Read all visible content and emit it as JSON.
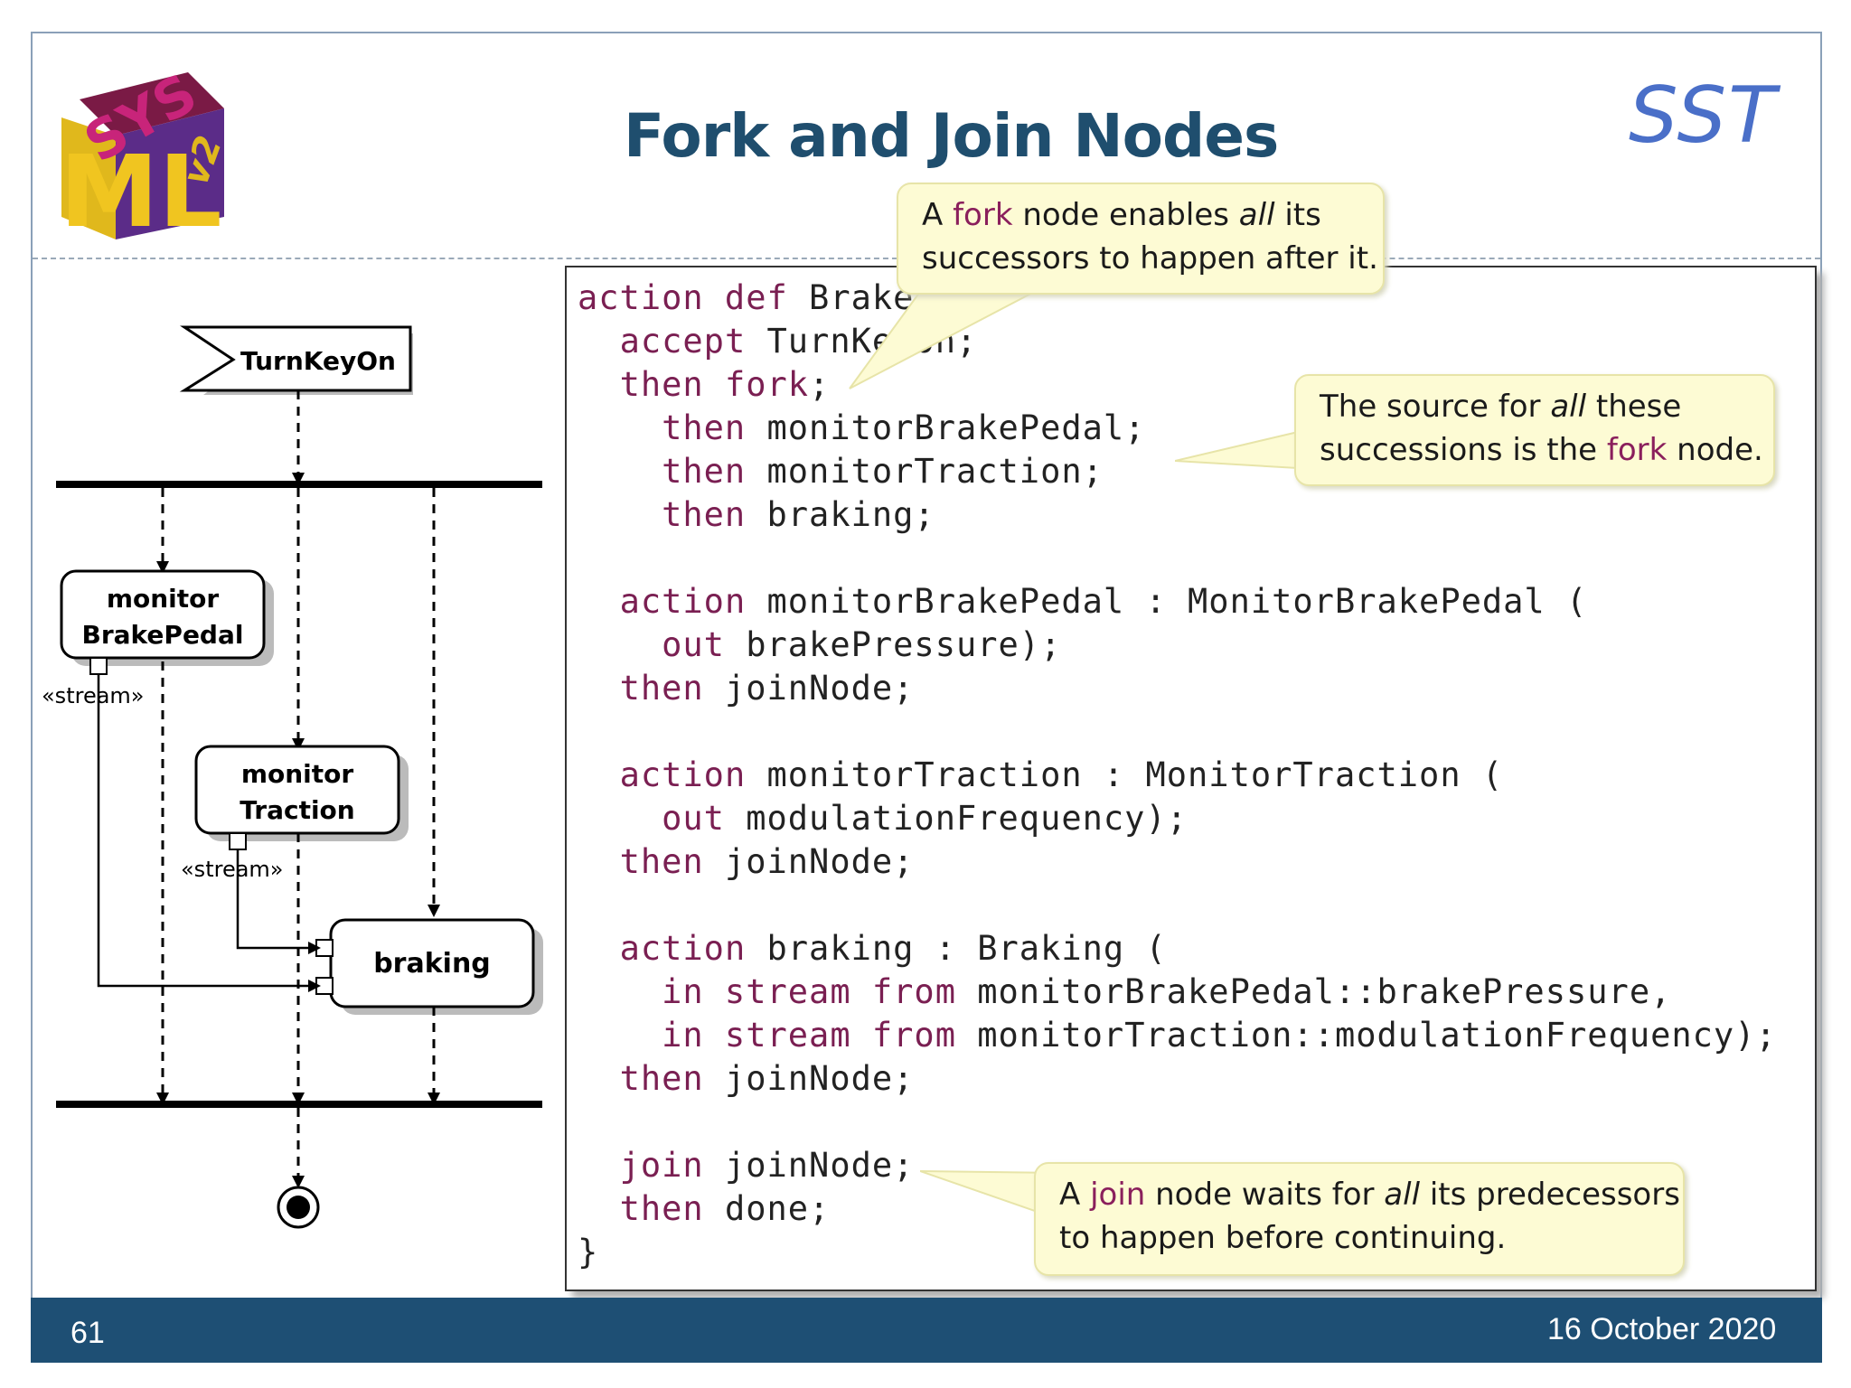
{
  "slide": {
    "title": "Fork and Join Nodes",
    "brand": "SST",
    "page_number": "61",
    "date": "16 October 2020"
  },
  "logo": {
    "text_sys": "SYS",
    "text_ml": "ML",
    "text_v2": "v2"
  },
  "diagram": {
    "accept_signal": "TurnKeyOn",
    "action1_line1": "monitor",
    "action1_line2": "BrakePedal",
    "action2_line1": "monitor",
    "action2_line2": "Traction",
    "action3": "braking",
    "stream_label_1": "«stream»",
    "stream_label_2": "«stream»"
  },
  "code": {
    "lines": [
      [
        [
          "kw",
          "action def"
        ],
        [
          "t",
          " Brake {"
        ]
      ],
      [
        [
          "t",
          "  "
        ],
        [
          "kw",
          "accept"
        ],
        [
          "t",
          " TurnKeyOn;"
        ]
      ],
      [
        [
          "t",
          "  "
        ],
        [
          "kw",
          "then fork"
        ],
        [
          "t",
          ";"
        ]
      ],
      [
        [
          "t",
          "    "
        ],
        [
          "kw",
          "then"
        ],
        [
          "t",
          " monitorBrakePedal;"
        ]
      ],
      [
        [
          "t",
          "    "
        ],
        [
          "kw",
          "then"
        ],
        [
          "t",
          " monitorTraction;"
        ]
      ],
      [
        [
          "t",
          "    "
        ],
        [
          "kw",
          "then"
        ],
        [
          "t",
          " braking;"
        ]
      ],
      [
        [
          "t",
          ""
        ]
      ],
      [
        [
          "t",
          "  "
        ],
        [
          "kw",
          "action"
        ],
        [
          "t",
          " monitorBrakePedal : MonitorBrakePedal ("
        ]
      ],
      [
        [
          "t",
          "    "
        ],
        [
          "kw",
          "out"
        ],
        [
          "t",
          " brakePressure);"
        ]
      ],
      [
        [
          "t",
          "  "
        ],
        [
          "kw",
          "then"
        ],
        [
          "t",
          " joinNode;"
        ]
      ],
      [
        [
          "t",
          ""
        ]
      ],
      [
        [
          "t",
          "  "
        ],
        [
          "kw",
          "action"
        ],
        [
          "t",
          " monitorTraction : MonitorTraction ("
        ]
      ],
      [
        [
          "t",
          "    "
        ],
        [
          "kw",
          "out"
        ],
        [
          "t",
          " modulationFrequency);"
        ]
      ],
      [
        [
          "t",
          "  "
        ],
        [
          "kw",
          "then"
        ],
        [
          "t",
          " joinNode;"
        ]
      ],
      [
        [
          "t",
          ""
        ]
      ],
      [
        [
          "t",
          "  "
        ],
        [
          "kw",
          "action"
        ],
        [
          "t",
          " braking : Braking ("
        ]
      ],
      [
        [
          "t",
          "    "
        ],
        [
          "kw",
          "in stream from"
        ],
        [
          "t",
          " monitorBrakePedal::brakePressure,"
        ]
      ],
      [
        [
          "t",
          "    "
        ],
        [
          "kw",
          "in stream from"
        ],
        [
          "t",
          " monitorTraction::modulationFrequency);"
        ]
      ],
      [
        [
          "t",
          "  "
        ],
        [
          "kw",
          "then"
        ],
        [
          "t",
          " joinNode;"
        ]
      ],
      [
        [
          "t",
          ""
        ]
      ],
      [
        [
          "t",
          "  "
        ],
        [
          "kw",
          "join"
        ],
        [
          "t",
          " joinNode;"
        ]
      ],
      [
        [
          "t",
          "  "
        ],
        [
          "kw",
          "then"
        ],
        [
          "t",
          " done;"
        ]
      ],
      [
        [
          "t",
          "}"
        ]
      ]
    ]
  },
  "callouts": {
    "fork": {
      "line1_pre": "A ",
      "line1_hl": "fork",
      "line1_mid": " node enables ",
      "line1_it": "all",
      "line1_post": " its",
      "line2": "successors to happen after it."
    },
    "source": {
      "line1_pre": "The source for ",
      "line1_it": "all",
      "line1_post": " these",
      "line2_pre": "successions is the ",
      "line2_hl": "fork",
      "line2_post": " node."
    },
    "join": {
      "line1_pre": "A ",
      "line1_hl": "join",
      "line1_mid": " node waits for ",
      "line1_it": "all",
      "line1_post": " its predecessors",
      "line2": "to happen before continuing."
    }
  },
  "colors": {
    "title": "#1f4e6e",
    "brand": "#4a6fc8",
    "keyword": "#7a1f52",
    "highlight": "#8a1f5c",
    "callout_bg": "#fdfbd4",
    "footer_bg": "#1e4f74"
  }
}
